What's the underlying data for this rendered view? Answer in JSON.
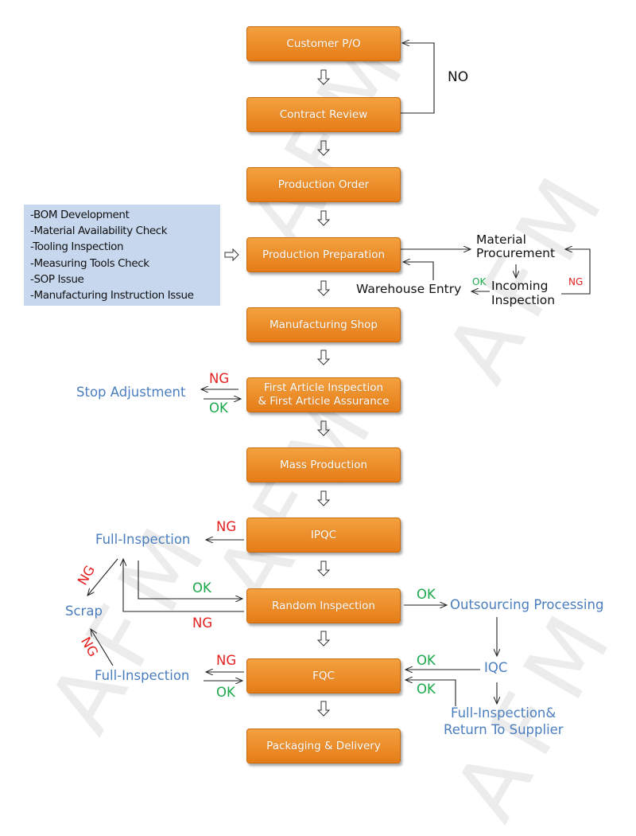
{
  "steps": {
    "customer_po": "Customer P/O",
    "contract_review": "Contract Review",
    "production_order": "Production Order",
    "production_preparation": "Production Preparation",
    "manufacturing_shop": "Manufacturing Shop",
    "first_article_line1": "First Article Inspection",
    "first_article_line2": "& First Article Assurance",
    "mass_production": "Mass Production",
    "ipqc": "IPQC",
    "random_inspection": "Random Inspection",
    "fqc": "FQC",
    "packaging_delivery": "Packaging & Delivery"
  },
  "preparation_notes": [
    "-BOM Development",
    "-Material Availability Check",
    "-Tooling Inspection",
    "-Measuring Tools Check",
    "-SOP Issue",
    "-Manufacturing Instruction Issue"
  ],
  "labels": {
    "no": "NO",
    "material_line1": "Material",
    "material_line2": "Procurement",
    "incoming_line1": "Incoming",
    "incoming_line2": "Inspection",
    "warehouse_entry": "Warehouse  Entry",
    "ok": "OK",
    "ng": "NG",
    "stop_adjustment": "Stop Adjustment",
    "full_inspection": "Full-Inspection",
    "scrap": "Scrap",
    "outsourcing_processing": "Outsourcing Processing",
    "iqc": "IQC",
    "return_line1": "Full-Inspection&",
    "return_line2": "Return To Supplier"
  },
  "watermark": "AFM",
  "colors": {
    "box": "#e98a22",
    "blue_text": "#4a7ebf",
    "ng": "#e52020",
    "ok": "#19a84a",
    "notes_bg": "#c7d7ee"
  }
}
